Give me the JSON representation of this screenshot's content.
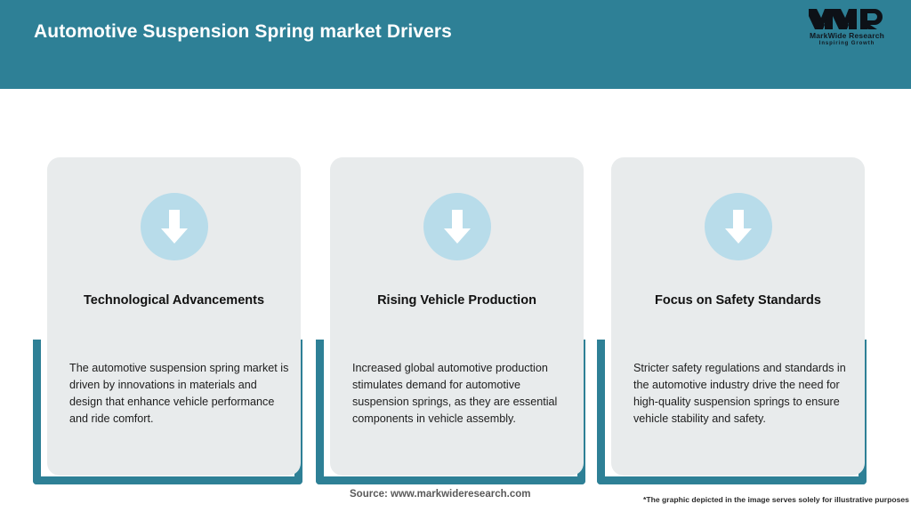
{
  "header": {
    "title": "Automotive Suspension Spring market Drivers",
    "background_color": "#2E8096",
    "title_color": "#FFFFFF"
  },
  "logo": {
    "mark": "MWR",
    "name": "MarkWide Research",
    "tagline": "Inspiring Growth"
  },
  "theme": {
    "accent_color": "#2E8096",
    "card_background": "#E8EBEC",
    "icon_circle_color": "#B8DCEA",
    "icon_arrow_color": "#FFFFFF"
  },
  "cards": [
    {
      "icon": "arrow-down-icon",
      "title": "Technological Advancements",
      "body": "The automotive suspension spring market is driven by innovations in materials and design that enhance vehicle performance and ride comfort."
    },
    {
      "icon": "arrow-down-icon",
      "title": "Rising Vehicle Production",
      "body": "Increased global automotive production stimulates demand for automotive suspension springs, as they are essential components in vehicle assembly."
    },
    {
      "icon": "arrow-down-icon",
      "title": "Focus on Safety Standards",
      "body": "Stricter safety regulations and standards in the automotive industry drive the need for high-quality suspension springs to ensure vehicle stability and safety."
    }
  ],
  "footer": {
    "source": "Source: www.markwideresearch.com",
    "note": "*The graphic depicted in the image serves solely for illustrative purposes"
  }
}
